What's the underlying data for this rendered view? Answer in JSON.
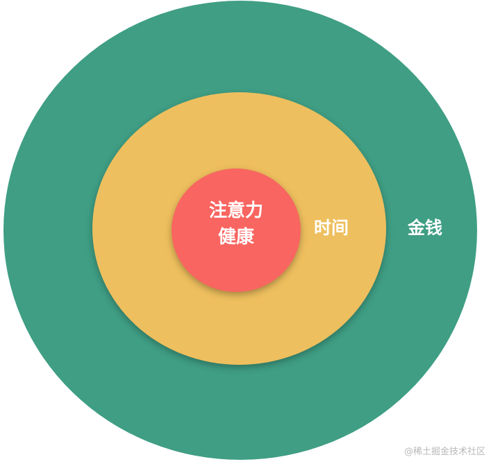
{
  "diagram": {
    "outer": {
      "label": "金钱",
      "color": "#3f9e84"
    },
    "middle": {
      "label": "时间",
      "color": "#eebf5e"
    },
    "inner": {
      "lines": [
        "注意力",
        "健康"
      ],
      "color": "#f96560"
    }
  },
  "watermark": "@稀土掘金技术社区"
}
